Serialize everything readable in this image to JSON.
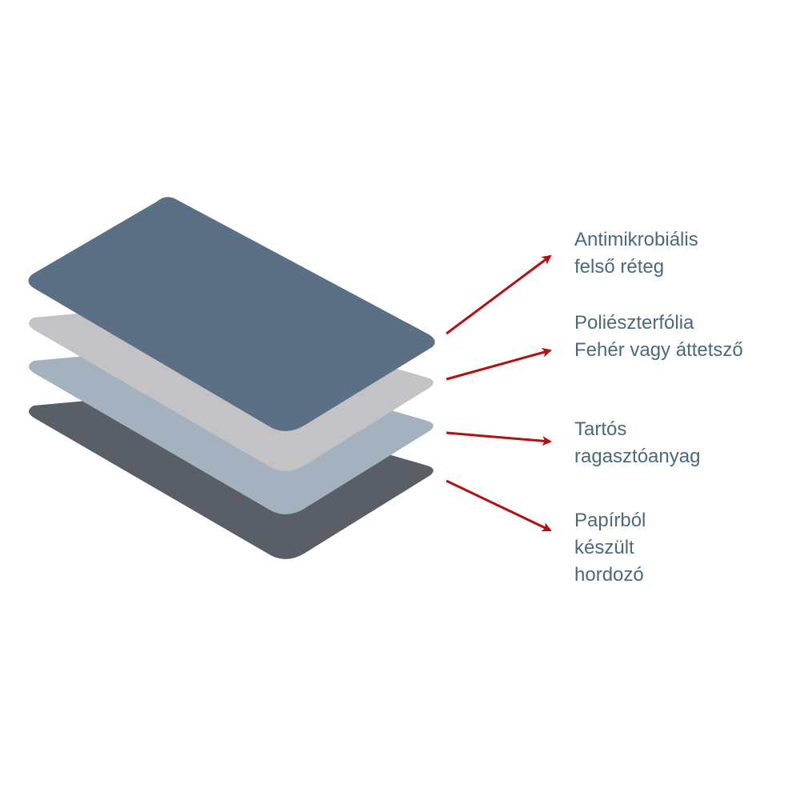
{
  "colors": {
    "layer_top": "#5b6f85",
    "layer_film": "#c3c3c5",
    "layer_adhesive": "#a3b2be",
    "layer_paper": "#5a5e66",
    "arrow": "#b31012",
    "text": "#4a6a7c"
  },
  "layers": [
    {
      "lines": [
        "Antimikrobiális",
        "felső réteg"
      ],
      "color_key": "layer_top"
    },
    {
      "lines": [
        "Poliészterfólia",
        "Fehér vagy áttetsző"
      ],
      "color_key": "layer_film"
    },
    {
      "lines": [
        "Tartós",
        "ragasztóanyag"
      ],
      "color_key": "layer_adhesive"
    },
    {
      "lines": [
        "Papírból",
        "készült",
        "hordozó"
      ],
      "color_key": "layer_paper"
    }
  ]
}
